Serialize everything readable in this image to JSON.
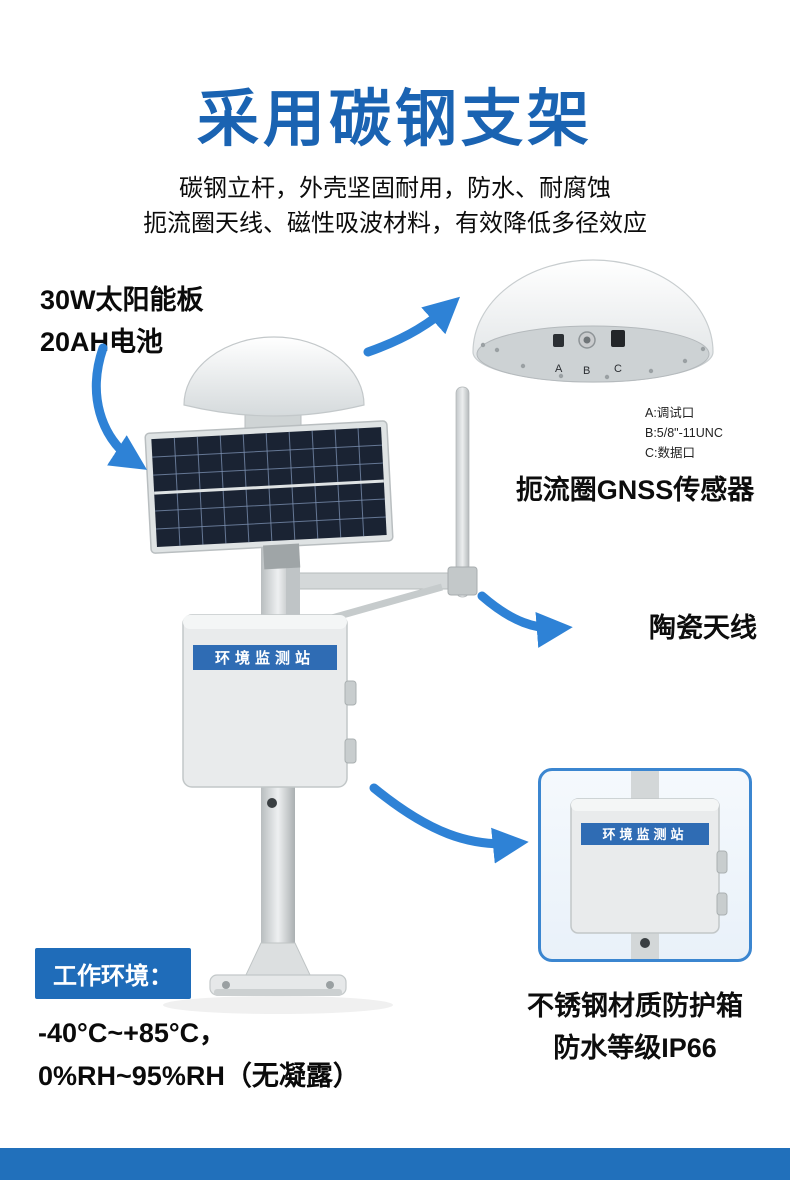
{
  "header": {
    "title": "采用碳钢支架",
    "subtitle_line1": "碳钢立杆，外壳坚固耐用，防水、耐腐蚀",
    "subtitle_line2": "扼流圈天线、磁性吸波材料，有效降低多径效应"
  },
  "labels": {
    "solar_line1": "30W太阳能板",
    "solar_line2": "20AH电池",
    "gnss_sensor": "扼流圈GNSS传感器",
    "ceramic_antenna": "陶瓷天线",
    "enclosure_caption1": "不锈钢材质防护箱",
    "enclosure_caption2": "防水等级IP66"
  },
  "gnss_ports": {
    "a": "A",
    "b": "B",
    "c": "C",
    "note_a": "A:调试口",
    "note_b": "B:5/8\"-11UNC",
    "note_c": "C:数据口"
  },
  "station": {
    "box_label": "环境监测站"
  },
  "zoom_box": {
    "box_label": "环境监测站"
  },
  "working_env": {
    "badge": "工作环境：",
    "line1": "-40°C~+85°C，",
    "line2": "0%RH~95%RH（无凝露）"
  },
  "colors": {
    "title_blue": "#1a63b2",
    "arrow_blue": "#2e82d6",
    "band_blue": "#2f6cb4",
    "bottom_bar_blue": "#2170bb"
  }
}
